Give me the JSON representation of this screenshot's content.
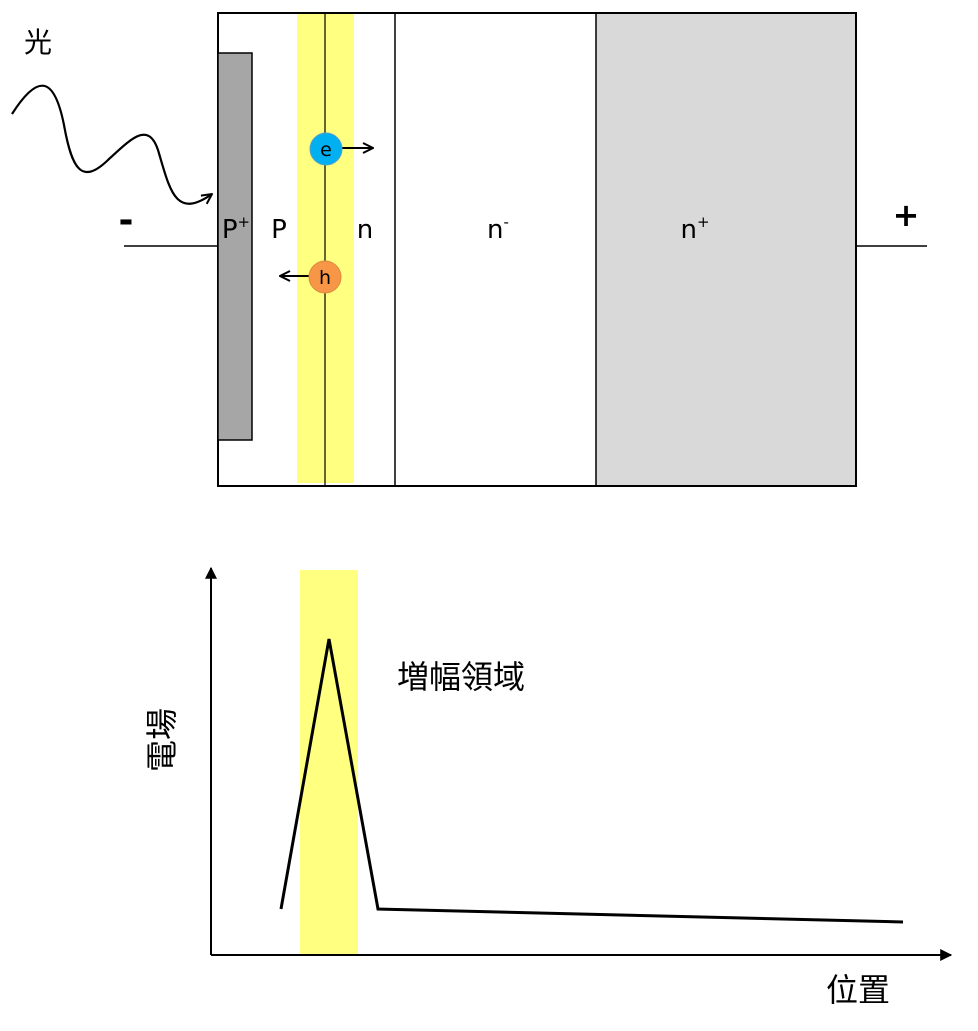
{
  "device": {
    "light_label": "光",
    "minus_label": "-",
    "plus_label": "+",
    "regions": [
      {
        "base": "P",
        "sup": "+"
      },
      {
        "base": "P",
        "sup": ""
      },
      {
        "base": "n",
        "sup": ""
      },
      {
        "base": "n",
        "sup": "-"
      },
      {
        "base": "n",
        "sup": "+"
      }
    ],
    "electron_label": "e",
    "hole_label": "h"
  },
  "field_plot": {
    "y_axis_label": "電場",
    "x_axis_label": "位置",
    "region_label": "増幅領域"
  },
  "colors": {
    "gain_region": "#ffff80",
    "p_plus_layer": "#a6a6a6",
    "n_plus_region": "#d9d9d9",
    "electron": "#00b0f0",
    "hole": "#f79646",
    "line": "#000000"
  }
}
